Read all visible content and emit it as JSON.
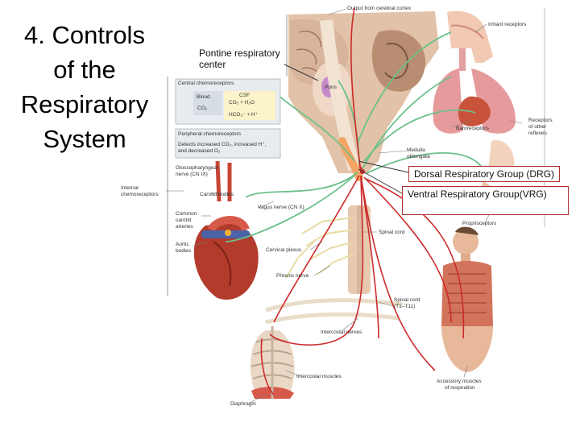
{
  "slide": {
    "title_lines": [
      "4. Controls",
      "of the",
      "Respiratory",
      "System"
    ]
  },
  "callouts": {
    "pontine": "Pontine respiratory center",
    "drg": "Dorsal Respiratory Group (DRG)",
    "vrg": "Ventral Respiratory Group(VRG)"
  },
  "central_box": {
    "title": "Central chemoreceptors",
    "blood": "Blood",
    "co2": "CO₂",
    "csf": "CSF",
    "eq1": "CO₂ + H₂O",
    "eq2": "HCO₃⁻ + H⁺"
  },
  "peripheral_box": {
    "title": "Peripheral chemoreceptors",
    "text1": "Detects increased CO₂, increased H⁺,",
    "text2": "and decreased O₂"
  },
  "labels": {
    "output_cortex": "Output from cerebral cortex",
    "irritant": "Irritant receptors",
    "pons": "Pons",
    "medulla": "Medulla",
    "oblongata": "oblongata",
    "receptors_other_1": "Receptors",
    "receptors_other_2": "of other",
    "receptors_other_3": "reflexes",
    "baroreceptors": "Baroreceptors",
    "glosso_1": "Glossopharyngeal",
    "glosso_2": "nerve (CN IX)",
    "internal_1": "Internal",
    "internal_2": "chemoreceptors",
    "carotid_bodies": "Carotid bodies",
    "vagus": "Vagus nerve (CN X)",
    "common_1": "Common",
    "common_2": "carotid",
    "common_3": "arteries",
    "aortic_1": "Aortic",
    "aortic_2": "bodies",
    "spinal_cord": "Spinal cord",
    "cervical": "Cervical plexus",
    "phrenic": "Phrenic nerve",
    "spinal_t_1": "Spinal cord",
    "spinal_t_2": "(T1–T11)",
    "intercostal_nerves": "Intercostal nerves",
    "proprioceptors": "Proprioceptors",
    "intercostal_muscles": "Intercostal muscles",
    "accessory_1": "Accessory muscles",
    "accessory_2": "of respiration",
    "diaphragm": "Diaphragm"
  },
  "colors": {
    "nerve_green": "#6cc08a",
    "nerve_red": "#cc2a2a",
    "callout_border": "#b03030",
    "box_bg": "#e8ebef"
  }
}
